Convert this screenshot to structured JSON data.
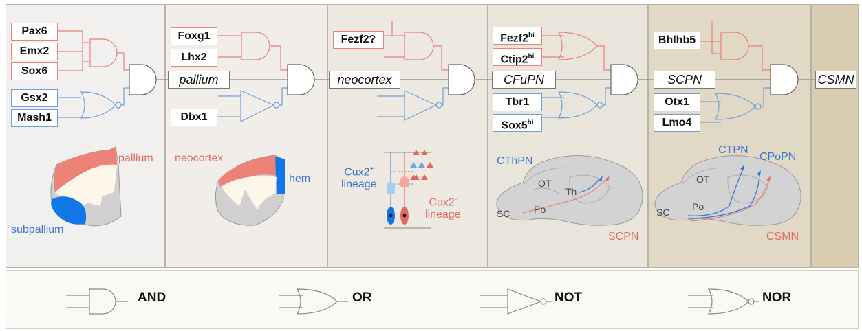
{
  "panels": {
    "p1": {
      "genes": [
        "Pax6",
        "Emx2",
        "Sox6",
        "Gsx2",
        "Mash1"
      ],
      "labels": {
        "pallium": "pallium",
        "subpallium": "subpallium"
      }
    },
    "p2": {
      "genes": [
        "Foxg1",
        "Lhx2",
        "Dbx1"
      ],
      "stage": "pallium",
      "labels": {
        "neocortex": "neocortex",
        "hem": "hem"
      }
    },
    "p3": {
      "genes": [
        "Fezf2?"
      ],
      "stage": "neocortex",
      "labels": {
        "cux_pos": "Cux2",
        "cux_pos_sup": "+",
        "cux_pos_line2": "lineage",
        "cux_neg": "Cux2",
        "cux_neg_sup": "-",
        "cux_neg_line2": "lineage"
      }
    },
    "p4": {
      "genes": [
        {
          "name": "Fezf2",
          "sup": "hi"
        },
        {
          "name": "Ctip2",
          "sup": "hi"
        },
        {
          "name": "Tbr1",
          "sup": ""
        },
        {
          "name": "Sox5",
          "sup": "hi"
        }
      ],
      "stage": "CFuPN",
      "labels": {
        "cthpn": "CThPN",
        "scpn": "SCPN",
        "ot": "OT",
        "th": "Th",
        "po": "Po",
        "sc": "SC"
      }
    },
    "p5": {
      "genes": [
        "Bhlhb5",
        "Otx1",
        "Lmo4"
      ],
      "stage": "SCPN",
      "labels": {
        "ctpn": "CTPN",
        "cpopn": "CPoPN",
        "csmn": "CSMN",
        "ot": "OT",
        "po": "Po",
        "sc": "SC"
      }
    },
    "p6": {
      "stage": "CSMN"
    }
  },
  "legend": {
    "and": "AND",
    "or": "OR",
    "not": "NOT",
    "nor": "NOR"
  },
  "colors": {
    "red": "#e9807a",
    "blue": "#6f9fd8",
    "gate_line": "#888888"
  }
}
